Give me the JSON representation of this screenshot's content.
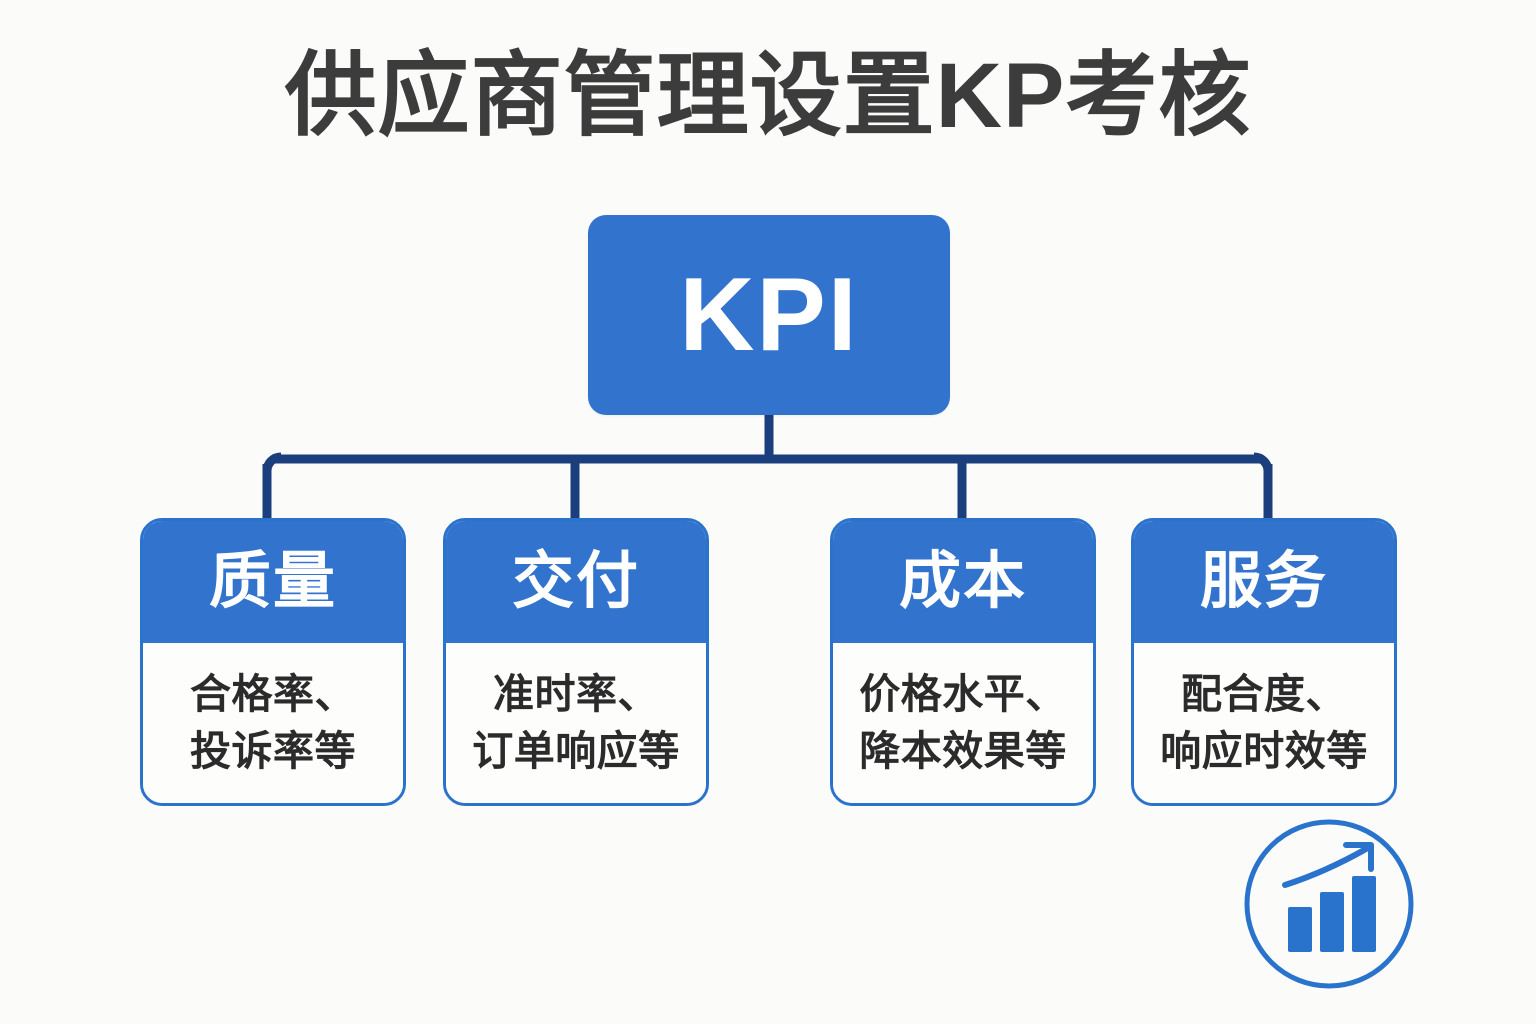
{
  "page": {
    "title": "供应商管理设置KP考核",
    "background_color": "#fbfbfa",
    "title_color": "#3c3c3c"
  },
  "colors": {
    "node_blue": "#3274cd",
    "border_blue": "#2a73cc",
    "connector_navy": "#1b3f7d",
    "card_body_white": "#fdfdfc",
    "text_dark": "#2b2b2b",
    "text_white": "#ffffff"
  },
  "root": {
    "label": "KPI"
  },
  "chart_data": {
    "type": "diagram",
    "title": "供应商管理设置KP考核",
    "root": "KPI",
    "nodes": [
      {
        "header": "质量",
        "lines": [
          "合格率、",
          "投诉率等"
        ]
      },
      {
        "header": "交付",
        "lines": [
          "准时率、",
          "订单响应等"
        ]
      },
      {
        "header": "成本",
        "lines": [
          "价格水平、",
          "降本效果等"
        ]
      },
      {
        "header": "服务",
        "lines": [
          "配合度、",
          "响应时效等"
        ]
      }
    ]
  },
  "cards": [
    {
      "header": "质量",
      "line1": "合格率、",
      "line2": "投诉率等"
    },
    {
      "header": "交付",
      "line1": "准时率、",
      "line2": "订单响应等"
    },
    {
      "header": "成本",
      "line1": "价格水平、",
      "line2": "降本效果等"
    },
    {
      "header": "服务",
      "line1": "配合度、",
      "line2": "响应时效等"
    }
  ],
  "badge": {
    "icon_name": "growth-chart-icon",
    "color": "#2a73cc"
  }
}
